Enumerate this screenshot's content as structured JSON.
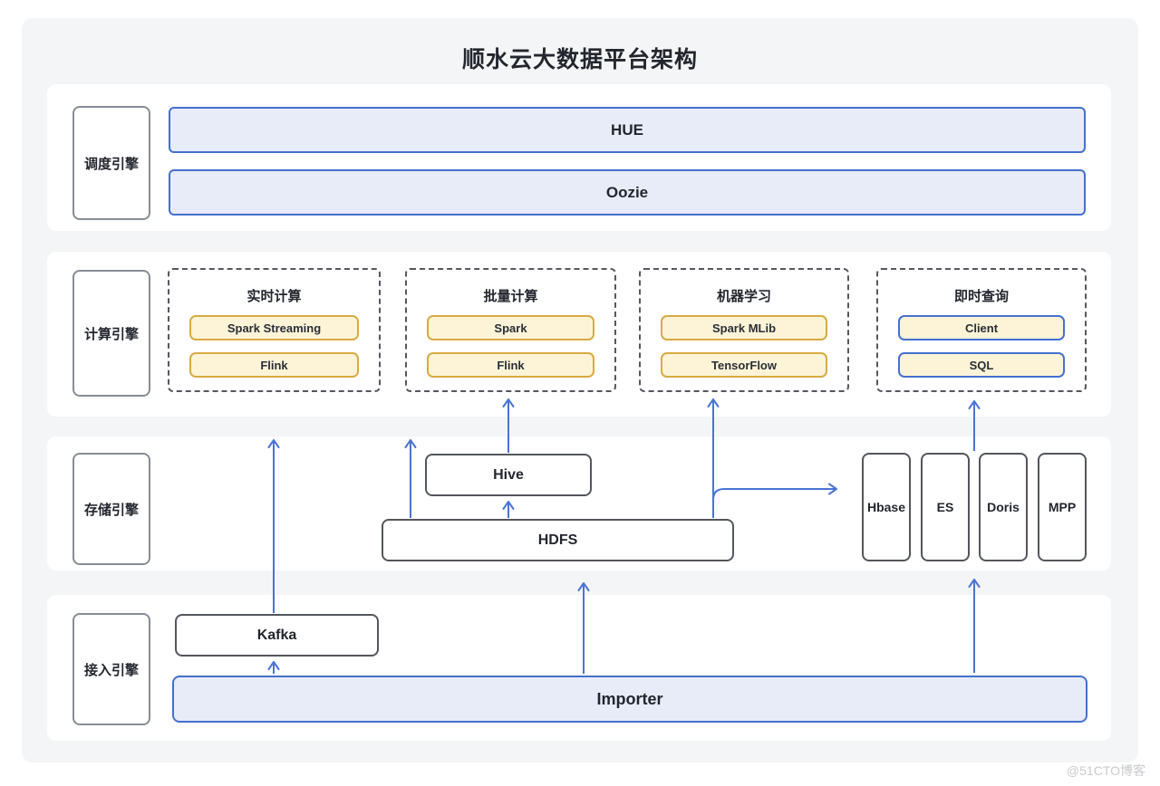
{
  "title": "顺水云大数据平台架构",
  "watermark": "@51CTO博客",
  "colors": {
    "canvas": "#f4f5f6",
    "card": "#ffffff",
    "blue_border": "#4470cf",
    "blue_fill": "#e7ecf8",
    "yellow_border": "#d8ab42",
    "yellow_fill": "#fdf4d8",
    "node_border": "#53565c",
    "arrow": "#4a74d4"
  },
  "rows": [
    {
      "label": "调度引擎",
      "items": [
        "HUE",
        "Oozie"
      ]
    },
    {
      "label": "计算引擎",
      "groups": [
        {
          "title": "实时计算",
          "items": [
            "Spark Streaming",
            "Flink"
          ]
        },
        {
          "title": "批量计算",
          "items": [
            "Spark",
            "Flink"
          ]
        },
        {
          "title": "机器学习",
          "items": [
            "Spark MLib",
            "TensorFlow"
          ]
        },
        {
          "title": "即时查询",
          "items": [
            "Client",
            "SQL"
          ]
        }
      ]
    },
    {
      "label": "存储引擎",
      "items": [
        "Hive",
        "HDFS",
        "Hbase",
        "ES",
        "Doris",
        "MPP"
      ]
    },
    {
      "label": "接入引擎",
      "items": [
        "Kafka",
        "Importer"
      ]
    }
  ]
}
